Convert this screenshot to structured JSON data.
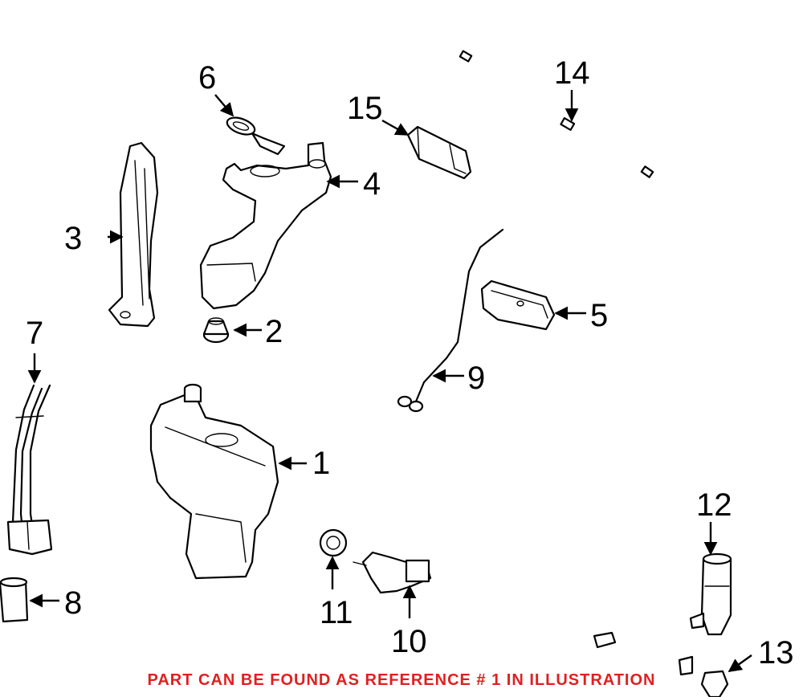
{
  "callouts": {
    "c1": "1",
    "c2": "2",
    "c3": "3",
    "c4": "4",
    "c5": "5",
    "c6": "6",
    "c7": "7",
    "c8": "8",
    "c9": "9",
    "c10": "10",
    "c11": "11",
    "c12": "12",
    "c13": "13",
    "c14": "14",
    "c15": "15"
  },
  "footer_note": "PART CAN BE FOUND AS REFERENCE # 1 IN ILLUSTRATION",
  "colors": {
    "line": "#000000",
    "note": "#e02020",
    "background": "#ffffff"
  }
}
